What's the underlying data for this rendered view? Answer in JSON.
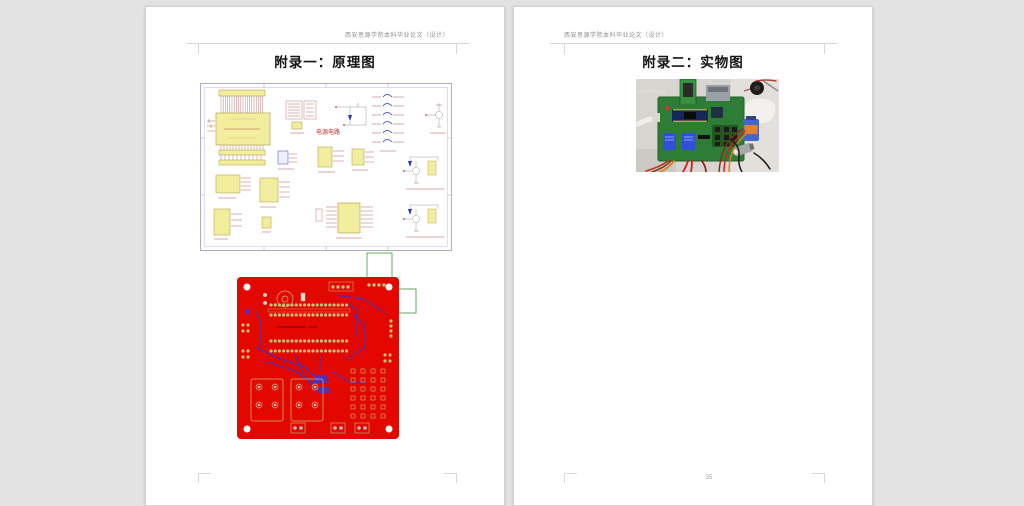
{
  "window": {
    "background_color": "#e3e3e3",
    "page_color": "#ffffff"
  },
  "page_left": {
    "header": "西安思源学院本科毕业论文（设计）",
    "title": "附录一：原理图",
    "figures": {
      "schematic": {
        "kind": "circuit-schematic",
        "power_label": "电源电路",
        "ic_color": "#f2ee9e",
        "wire_color": "#a04040",
        "frame_color": "#9898cc",
        "label_color": "#c03030"
      },
      "pcb": {
        "kind": "pcb-layout",
        "board_color": "#e20800",
        "pad_color": "#c9b97a",
        "trace_color": "#3535cc",
        "outline_color": "#3a9a3a",
        "hole_color": "#ffffff"
      }
    }
  },
  "page_right": {
    "header": "西安思源学院本科毕业论文（设计）",
    "title": "附录二：实物图",
    "page_number": "35",
    "figures": {
      "photo": {
        "kind": "photo-of-prototype-board",
        "board_color": "#2e7d36",
        "relay_color": "#3050d8",
        "arduino_color": "#16265c",
        "servo_color": "#4466cc",
        "background_color": "#d8d5d1"
      }
    }
  }
}
